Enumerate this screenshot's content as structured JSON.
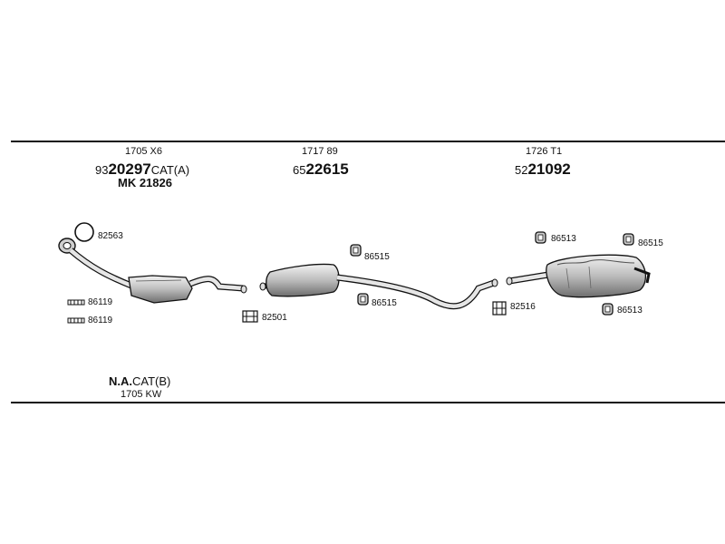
{
  "sections": [
    {
      "part_ref": "1705 X6",
      "order_prefix": "93",
      "order_main": "20297",
      "order_suffix": "CAT(A)",
      "extra": "MK  21826"
    },
    {
      "part_ref": "1717 89",
      "order_prefix": "65",
      "order_main": "22615",
      "order_suffix": ""
    },
    {
      "part_ref": "1726 T1",
      "order_prefix": "52",
      "order_main": "21092",
      "order_suffix": ""
    }
  ],
  "parts": {
    "ring_82563": "82563",
    "clamp_86119_a": "86119",
    "clamp_86119_b": "86119",
    "clamp_82501": "82501",
    "mount_86515_a": "86515",
    "mount_86515_b": "86515",
    "mount_86513_a": "86513",
    "mount_86515_c": "86515",
    "clamp_82516": "82516",
    "mount_86513_b": "86513"
  },
  "footer": {
    "na_main": "N.A.",
    "na_suffix": "CAT(B)",
    "na_ref": "1705 KW"
  },
  "colors": {
    "line": "#111111",
    "part_fill": "#d8d8d8",
    "part_dark": "#7a7a7a"
  }
}
